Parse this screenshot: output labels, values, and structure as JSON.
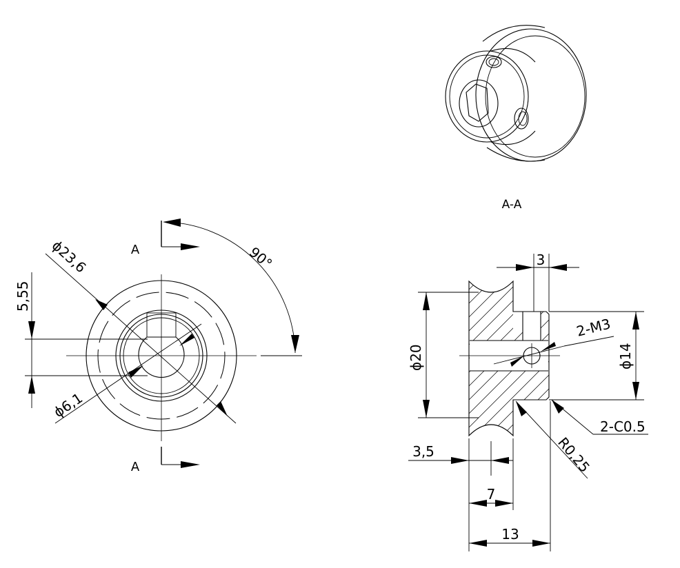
{
  "section_label": "A-A",
  "cut_plane_label_top": "A",
  "cut_plane_label_bottom": "A",
  "dimensions": {
    "outer_diameter": "ϕ23,6",
    "bore_diameter": "ϕ6,1",
    "key_flat": "5,55",
    "angle": "90°",
    "groove_diameter": "ϕ20",
    "hub_diameter": "ϕ14",
    "hub_width": "3",
    "set_screw": "2-M3",
    "chamfer": "2-C0.5",
    "fillet": "R0,25",
    "groove_offset": "3,5",
    "groove_width": "7",
    "overall_width": "13"
  }
}
